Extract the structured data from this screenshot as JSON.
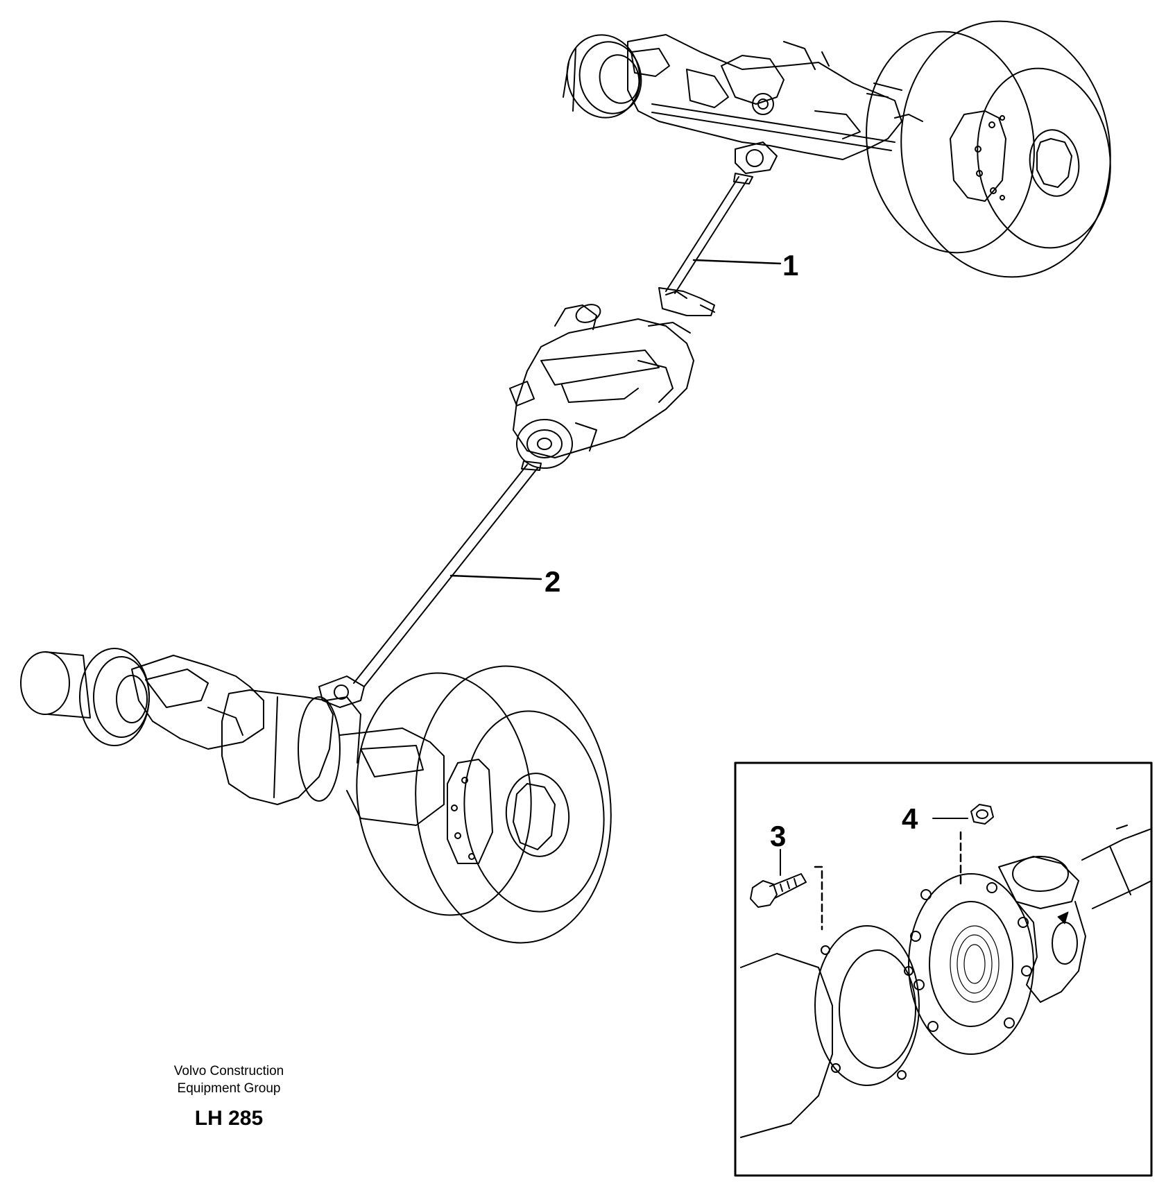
{
  "callouts": {
    "c1": "1",
    "c2": "2",
    "c3": "3",
    "c4": "4"
  },
  "footer": {
    "company_line1": "Volvo Construction",
    "company_line2": "Equipment Group",
    "drawing_id": "LH 285"
  },
  "icons": {
    "front_axle": "front-axle-assembly-icon",
    "rear_axle": "rear-axle-assembly-icon",
    "transmission": "transmission-dropbox-icon",
    "bolt": "bolt-icon",
    "nut": "nut-icon"
  },
  "colors": {
    "ink": "#000000",
    "paper": "#ffffff"
  }
}
